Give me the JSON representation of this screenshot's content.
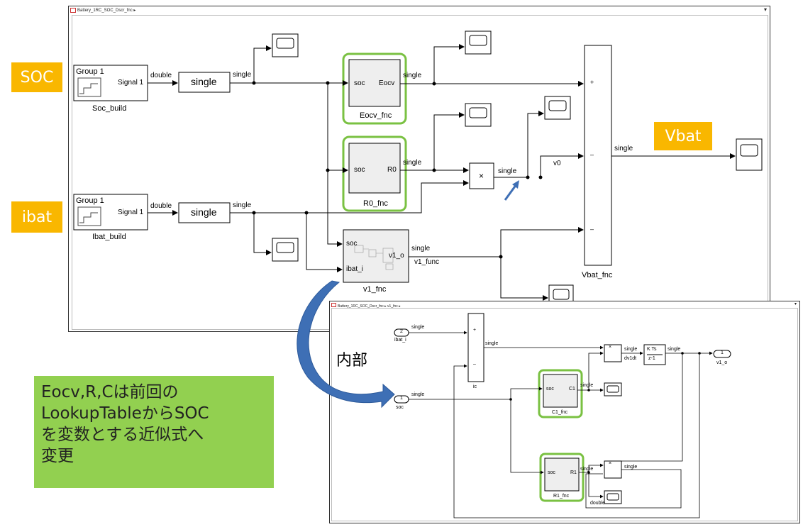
{
  "main_window": {
    "breadcrumb": "Battery_1RC_SOC_Dscr_fnc",
    "soc_block": {
      "group": "Group 1",
      "signal": "Signal 1",
      "name": "Soc_build"
    },
    "ibat_block": {
      "group": "Group 1",
      "signal": "Signal 1",
      "name": "Ibat_build"
    },
    "convert_label": "single",
    "eocv": {
      "in": "soc",
      "out": "Eocv",
      "name": "Eocv_fnc"
    },
    "r0": {
      "in": "soc",
      "out": "R0",
      "name": "R0_fnc"
    },
    "v1": {
      "in1": "soc",
      "in2": "ibat_i",
      "out": "v1_o",
      "name": "v1_fnc",
      "sub": "v1_func"
    },
    "vbat_name": "Vbat_fnc",
    "v0_label": "v0",
    "sig_double": "double",
    "sig_single": "single",
    "product_glyph": "×",
    "plus": "+",
    "minus": "–"
  },
  "sub_window": {
    "breadcrumb": "Battery_1RC_SOC_Dscr_fnc ▸ v1_fnc ▸",
    "in2_num": "2",
    "in2_name": "ibat_i",
    "in1_num": "1",
    "in1_name": "soc",
    "out1_num": "1",
    "out1_name": "v1_o",
    "ic_label": "ic",
    "c1": {
      "in": "soc",
      "out": "C1",
      "name": "C1_fnc"
    },
    "r1": {
      "in": "soc",
      "out": "R1",
      "name": "R1_fnc"
    },
    "dv1dt": "dv1dt",
    "integrator_top": "K Ts",
    "integrator_bot": "z-1",
    "sig_single": "single",
    "sig_double": "double"
  },
  "annotations": {
    "soc": "SOC",
    "ibat": "ibat",
    "vbat": "Vbat",
    "naibu": "内部",
    "callout_lines": [
      "Eocv,R,Cは前回の",
      "LookupTableからSOC",
      "を変数とする近似式へ",
      "変更"
    ]
  },
  "colors": {
    "highlight": "#7ac142",
    "orange": "#f9b700",
    "green_box": "#92d050",
    "arrow_blue": "#3e6fb5"
  }
}
